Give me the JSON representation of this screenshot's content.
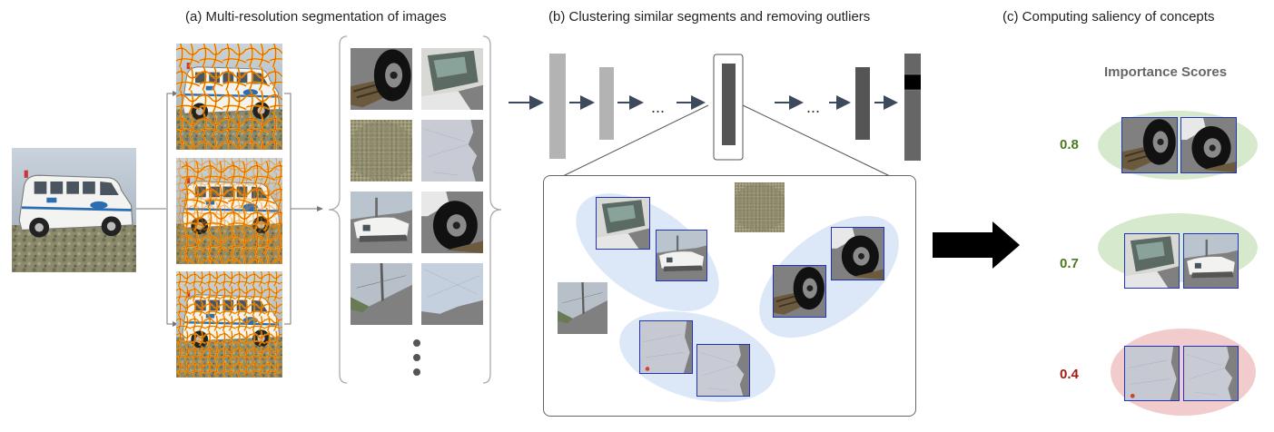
{
  "titles": {
    "a": "(a) Multi-resolution segmentation of images",
    "b": "(b) Clustering similar segments and removing outliers",
    "c": "(c) Computing saliency of concepts"
  },
  "network": {
    "ellipsis_left": "...",
    "ellipsis_right": "..."
  },
  "saliency": {
    "heading": "Importance Scores",
    "scores": [
      {
        "value": "0.8",
        "color": "#4a7a1e",
        "cluster_color": "#d6e9cd"
      },
      {
        "value": "0.7",
        "color": "#4a7a1e",
        "cluster_color": "#d6e9cd"
      },
      {
        "value": "0.4",
        "color": "#a01c12",
        "cluster_color": "#f2cccc"
      }
    ]
  },
  "colors": {
    "arrow": "#3c4a5c",
    "cluster_fill": "#dce7f7",
    "tile_border": "#2233bb",
    "layer_light": "#b3b3b3",
    "layer_dark": "#555555"
  }
}
